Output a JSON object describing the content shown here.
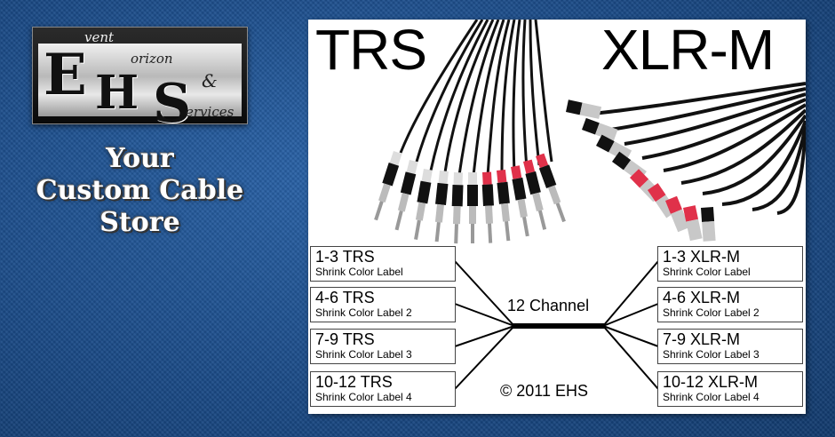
{
  "logo": {
    "letter_e": "E",
    "letter_h": "H",
    "letter_s": "S",
    "word1": "vent",
    "word2": "orizon",
    "amp": "&",
    "word3": "ervices"
  },
  "tagline": [
    "Your",
    "Custom Cable",
    "Store"
  ],
  "panel": {
    "left_header": "TRS",
    "right_header": "XLR-M",
    "center_label": "12 Channel",
    "copyright": "© 2011 EHS",
    "left_labels": [
      {
        "title": "1-3 TRS",
        "sub": "Shrink Color Label"
      },
      {
        "title": "4-6 TRS",
        "sub": "Shrink Color Label 2"
      },
      {
        "title": "7-9 TRS",
        "sub": "Shrink Color Label 3"
      },
      {
        "title": "10-12 TRS",
        "sub": "Shrink Color Label 4"
      }
    ],
    "right_labels": [
      {
        "title": "1-3 XLR-M",
        "sub": "Shrink Color Label"
      },
      {
        "title": "4-6 XLR-M",
        "sub": "Shrink Color Label 2"
      },
      {
        "title": "7-9 XLR-M",
        "sub": "Shrink Color Label 3"
      },
      {
        "title": "10-12 XLR-M",
        "sub": "Shrink Color Label 4"
      }
    ]
  },
  "colors": {
    "background": "#1c4f8c",
    "shrink_red": "#e0314a",
    "cable_black": "#111111"
  }
}
